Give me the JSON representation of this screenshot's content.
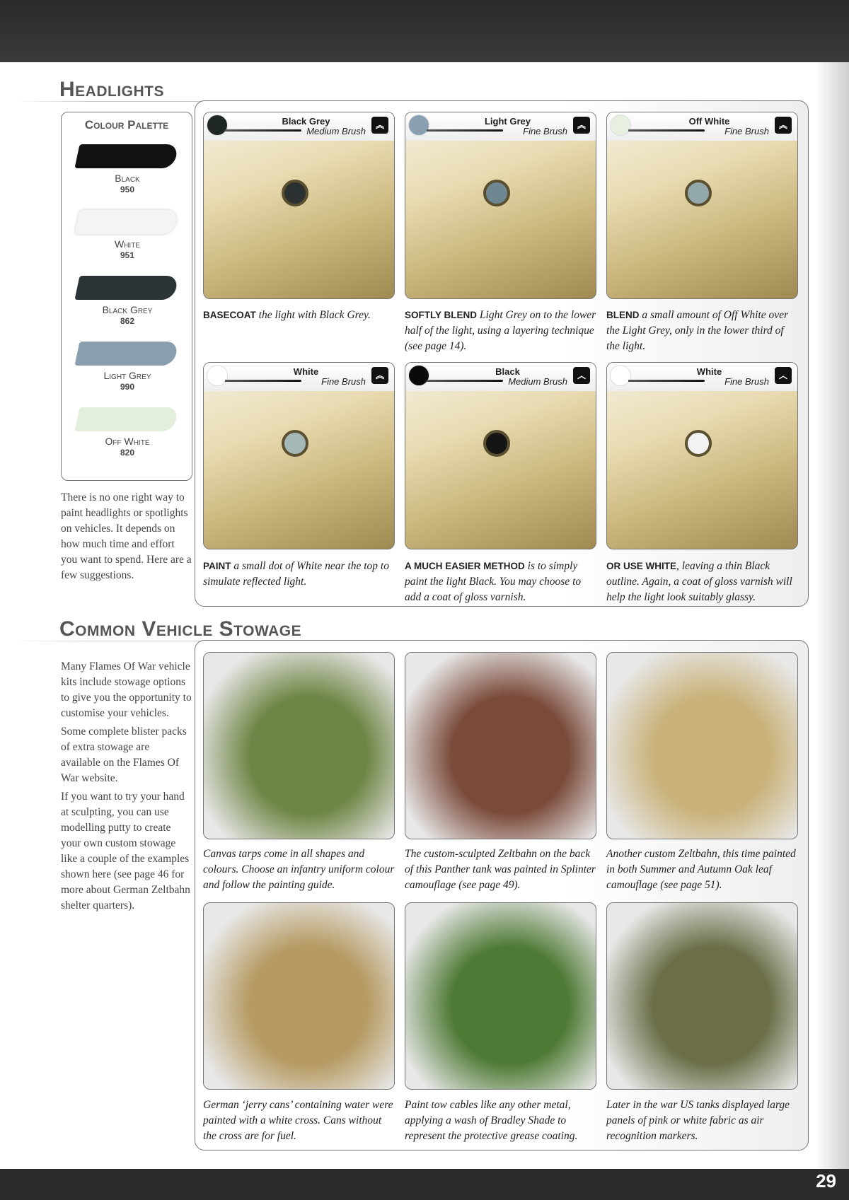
{
  "headlights": {
    "title": "Headlights",
    "palette_title": "Colour Palette",
    "palette": [
      {
        "name": "Black",
        "code": "950",
        "color": "#111111"
      },
      {
        "name": "White",
        "code": "951",
        "color": "#f4f4f4"
      },
      {
        "name": "Black Grey",
        "code": "862",
        "color": "#2c3336"
      },
      {
        "name": "Light Grey",
        "code": "990",
        "color": "#8a9fae"
      },
      {
        "name": "Off White",
        "code": "820",
        "color": "#e4eedc"
      }
    ],
    "intro": "There is no one right way to paint headlights or spotlights on vehicles. It depends on how much time and effort you want to spend. Here are a few suggestions.",
    "steps": [
      {
        "paint": "Black Grey",
        "brush": "Medium Brush",
        "color": "#1e2725",
        "light": "#2a3130",
        "chevron": "double",
        "lead": "BASECOAT",
        "text": " the light with Black Grey."
      },
      {
        "paint": "Light Grey",
        "brush": "Fine Brush",
        "color": "#8aa0b0",
        "light": "#6f8791",
        "chevron": "double",
        "lead": "SOFTLY BLEND",
        "text": " Light Grey on to the lower half of the light, using a layering technique (see page 14)."
      },
      {
        "paint": "Off White",
        "brush": "Fine Brush",
        "color": "#e6efe0",
        "light": "#93a8aa",
        "chevron": "double",
        "lead": "BLEND",
        "text": " a small amount of Off White over the Light Grey, only in the lower third of the light."
      },
      {
        "paint": "White",
        "brush": "Fine Brush",
        "color": "#ffffff",
        "light": "#a5b8b8",
        "chevron": "double",
        "lead": "PAINT",
        "text": " a small dot of White near the top to simulate reflected light."
      },
      {
        "paint": "Black",
        "brush": "Medium Brush",
        "color": "#0a0a0a",
        "light": "#151515",
        "chevron": "single",
        "lead": "A MUCH EASIER METHOD",
        "text": " is to simply paint the light Black. You may choose to add a coat of gloss varnish."
      },
      {
        "paint": "White",
        "brush": "Fine Brush",
        "color": "#ffffff",
        "light": "#f2f2f2",
        "chevron": "single",
        "lead": "OR USE WHITE",
        "text": ", leaving a thin Black outline. Again, a coat of gloss varnish will help the light look suitably glassy."
      }
    ]
  },
  "stowage": {
    "title": "Common Vehicle Stowage",
    "intro1": "Many Flames Of War vehicle kits include stowage options to give you the opportunity to customise your vehicles.",
    "intro2": "Some complete blister packs of extra stowage are available on the Flames Of War website.",
    "intro3": "If you want to try your hand at sculpting, you can use modelling putty to create your own custom stowage like a couple of the examples shown here (see page 46 for more about German Zeltbahn shelter quarters).",
    "items": [
      {
        "caption": "Canvas tarps come in all shapes and colours. Choose an infantry uniform colour and follow the painting guide."
      },
      {
        "caption": "The custom-sculpted Zeltbahn on the back of this Panther tank was painted in Splinter camouflage (see page 49)."
      },
      {
        "caption": "Another custom Zeltbahn, this time painted in both Summer and Autumn Oak leaf camouflage (see page 51)."
      },
      {
        "caption": "German ‘jerry cans’ containing water were painted with a white cross. Cans without the cross are for fuel."
      },
      {
        "caption": "Paint tow cables like any other metal, applying a wash of Bradley Shade to represent the protective grease coating."
      },
      {
        "caption": "Later in the war US tanks displayed large panels of pink or white fabric as air recognition markers."
      }
    ]
  },
  "page_number": "29"
}
